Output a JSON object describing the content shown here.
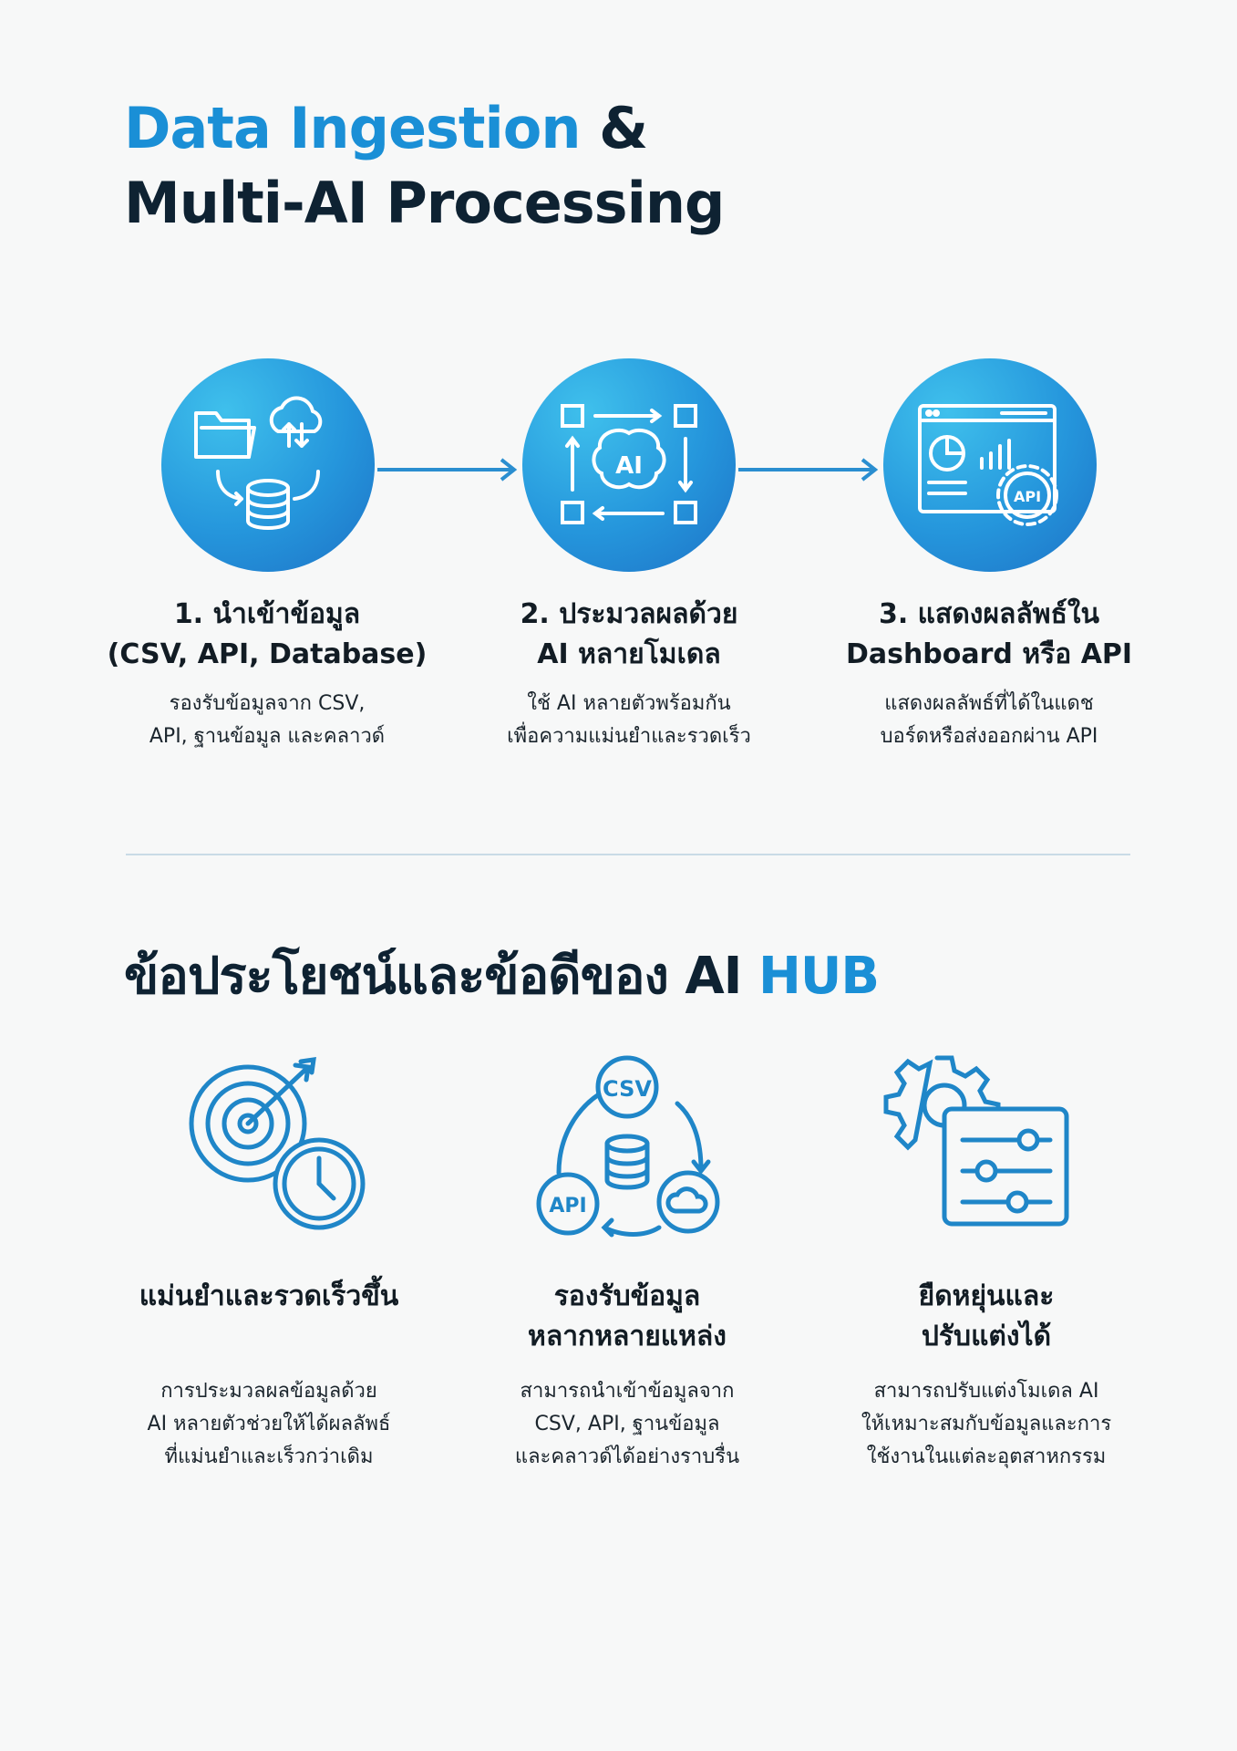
{
  "title": {
    "line1_blue": "Data Ingestion",
    "line1_dark": " &",
    "line2": "Multi-AI Processing"
  },
  "steps": [
    {
      "title1": "1. นำเข้าข้อมูล",
      "title2": "(CSV, API, Database)",
      "desc1": "รองรับข้อมูลจาก CSV,",
      "desc2": "API, ฐานข้อมูล และคลาวด์",
      "icon": "data-sources-icon"
    },
    {
      "title1": "2. ประมวลผลด้วย",
      "title2": "AI หลายโมเดล",
      "desc1": "ใช้ AI หลายตัวพร้อมกัน",
      "desc2": "เพื่อความแม่นยำและรวดเร็ว",
      "icon": "ai-brain-icon",
      "icon_label": "AI"
    },
    {
      "title1": "3. แสดงผลลัพธ์ใน",
      "title2": "Dashboard หรือ API",
      "desc1": "แสดงผลลัพธ์ที่ได้ในแดช",
      "desc2": "บอร์ดหรือส่งออกผ่าน API",
      "icon": "dashboard-api-icon",
      "icon_label": "API"
    }
  ],
  "benefits_heading": {
    "dark": "ข้อประโยชน์และข้อดีของ AI ",
    "blue": "HUB"
  },
  "benefits": [
    {
      "title1": "แม่นยำและรวดเร็วขึ้น",
      "title2": "",
      "desc": [
        "การประมวลผลข้อมูลด้วย",
        "AI หลายตัวช่วยให้ได้ผลลัพธ์",
        "ที่แม่นยำและเร็วกว่าเดิม"
      ],
      "icon": "target-clock-icon"
    },
    {
      "title1": "รองรับข้อมูล",
      "title2": "หลากหลายแหล่ง",
      "desc": [
        "สามารถนำเข้าข้อมูลจาก",
        "CSV, API, ฐานข้อมูล",
        "และคลาวด์ได้อย่างราบรื่น"
      ],
      "icon": "multi-source-icon",
      "labels": {
        "csv": "CSV",
        "api": "API"
      }
    },
    {
      "title1": "ยืดหยุ่นและ",
      "title2": "ปรับแต่งได้",
      "desc": [
        "สามารถปรับแต่งโมเดล AI",
        "ให้เหมาะสมกับข้อมูลและการ",
        "ใช้งานในแต่ละอุตสาหกรรม"
      ],
      "icon": "gear-sliders-icon"
    }
  ],
  "colors": {
    "accent": "#1a8fd6",
    "dark": "#0e2232",
    "icon_stroke": "#1f86c8"
  }
}
